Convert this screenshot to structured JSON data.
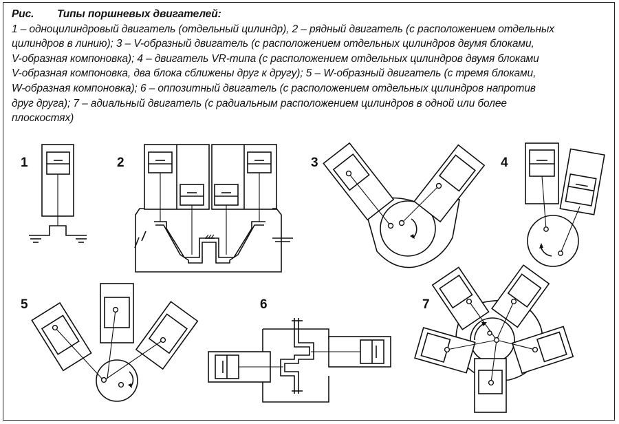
{
  "caption": {
    "figure_label": "Рис.",
    "title": "Типы поршневых двигателей:",
    "lines": [
      "1 – одноцилиндровый двигатель (отдельный цилиндр), 2 – рядный двигатель (с расположением отдельных",
      "цилиндров в линию); 3 – V-образный двигатель (с расположением отдельных цилиндров двумя блоками,",
      "V-образная компоновка); 4 – двигатель VR-типа (с расположением отдельных цилиндров двумя блоками",
      "V-образная компоновка, два блока сближены друг к другу); 5 – W-образный двигатель (с тремя блоками,",
      "W-образная компоновка); 6 – оппозитный двигатель (с расположением отдельных цилиндров напротив",
      "друг друга); 7 – адиальный двигатель (с радиальным расположением цилиндров в одной или более",
      "плоскостях)"
    ]
  },
  "diagrams": [
    {
      "number": "1",
      "engine": "single-cylinder"
    },
    {
      "number": "2",
      "engine": "inline"
    },
    {
      "number": "3",
      "engine": "v-type"
    },
    {
      "number": "4",
      "engine": "vr-type"
    },
    {
      "number": "5",
      "engine": "w-type"
    },
    {
      "number": "6",
      "engine": "opposed"
    },
    {
      "number": "7",
      "engine": "radial"
    }
  ],
  "colors": {
    "line": "#111111",
    "background": "#ffffff"
  }
}
